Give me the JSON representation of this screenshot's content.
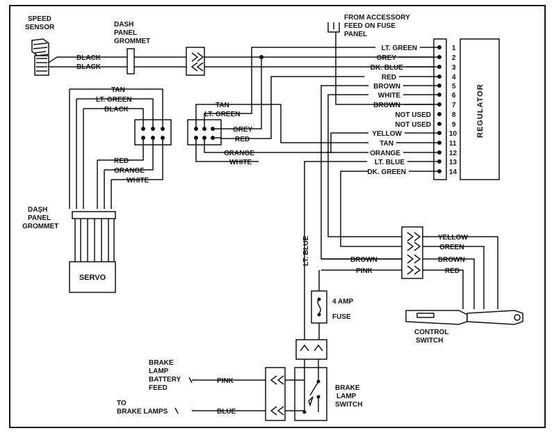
{
  "labels": {
    "speed_sensor_1": "SPEED",
    "speed_sensor_2": "SENSOR",
    "dash_grommet_top_1": "DASH",
    "dash_grommet_top_2": "PANEL",
    "dash_grommet_top_3": "GROMMET",
    "accessory_1": "FROM ACCESSORY",
    "accessory_2": "FEED ON FUSE",
    "accessory_3": "PANEL",
    "regulator": "REGULATOR",
    "dash_grommet_left_1": "DAŞH",
    "dash_grommet_left_2": "PANEL",
    "dash_grommet_left_3": "GROMMET",
    "servo": "SERVO",
    "fuse_1": "4 AMP",
    "fuse_2": "FUSE",
    "control_switch_1": "CONTROL",
    "control_switch_2": "SWITCH",
    "brake_feed_1": "BRAKE",
    "brake_feed_2": "LAMP",
    "brake_feed_3": "BATTERY",
    "brake_feed_4": "FEED",
    "brake_lamps_1": "TO",
    "brake_lamps_2": "BRAKE LAMPS",
    "brake_switch_1": "BRAKE",
    "brake_switch_2": "LAMP",
    "brake_switch_3": "SWITCH"
  },
  "wires": {
    "sensor_black_1": "BLACK",
    "sensor_black_2": "BLACK",
    "servo_tan": "TAN",
    "servo_ltgreen": "LT. GREEN",
    "servo_black": "BLACK",
    "servo_red": "RED",
    "servo_orange": "ORANGE",
    "servo_white": "WHITE",
    "mid_tan": "TAN",
    "mid_ltgreen": "LT. GREEN",
    "mid_grey": "GREY",
    "mid_red": "RED",
    "mid_orange": "ORANGE",
    "mid_white": "WHITE",
    "cs_yellow": "YELLOW",
    "cs_green": "GREEN",
    "cs_brown": "BROWN",
    "cs_red": "RED",
    "left_brown": "BROWN",
    "left_pink": "PINK",
    "lt_blue_vertical": "LT. BLUE",
    "brake_pink": "PINK",
    "brake_blue": "BLUE"
  },
  "regulator_pins": [
    {
      "label": "LT. GREEN",
      "num": "1"
    },
    {
      "label": "GREY",
      "num": "2"
    },
    {
      "label": "DK. BLUE",
      "num": "3"
    },
    {
      "label": "RED",
      "num": "4"
    },
    {
      "label": "BROWN",
      "num": "5"
    },
    {
      "label": "WHITE",
      "num": "6"
    },
    {
      "label": "BROWN",
      "num": "7"
    },
    {
      "label": "NOT USED",
      "num": "8"
    },
    {
      "label": "NOT USED",
      "num": "9"
    },
    {
      "label": "YELLOW",
      "num": "10"
    },
    {
      "label": "TAN",
      "num": "11"
    },
    {
      "label": "ORANGE",
      "num": "12"
    },
    {
      "label": "LT. BLUE",
      "num": "13"
    },
    {
      "label": "DK. GREEN",
      "num": "14"
    }
  ]
}
